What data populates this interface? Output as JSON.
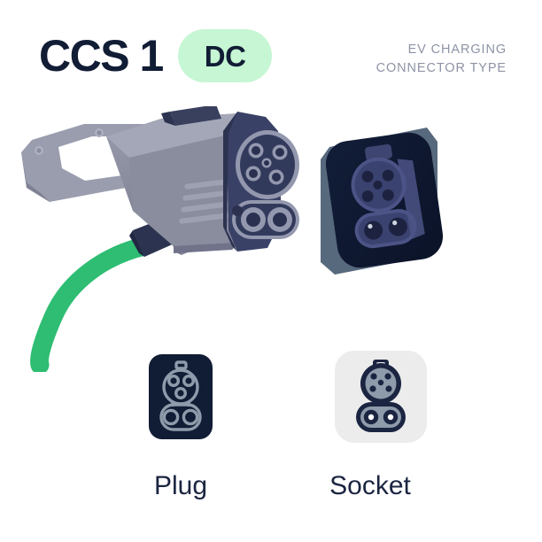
{
  "header": {
    "title": "CCS 1",
    "badge_label": "DC",
    "subtitle_line1": "EV CHARGING",
    "subtitle_line2": "CONNECTOR TYPE"
  },
  "illustrations": {
    "plug_connector_name": "ccs1-plug-connector-illustration",
    "socket_panel_name": "ccs1-socket-panel-illustration",
    "cable_color": "#2ebd72",
    "plug_body_color": "#8a8d9e",
    "plug_dark_color": "#2c3350",
    "socket_panel_dark": "#0f1a33",
    "socket_panel_side": "#57697c"
  },
  "icons": [
    {
      "key": "plug",
      "caption": "Plug",
      "icon_name": "ccs1-plug-icon",
      "tile_bg": "#111c35",
      "glyph_color": "#8e9bab"
    },
    {
      "key": "socket",
      "caption": "Socket",
      "icon_name": "ccs1-socket-icon",
      "tile_bg": "#ececec",
      "glyph_color": "#1b2541"
    }
  ],
  "colors": {
    "background": "#ffffff",
    "ink": "#111c35",
    "muted": "#8e93a6",
    "accent_green": "#2ebd72",
    "badge_green": "#c6f6d3"
  }
}
